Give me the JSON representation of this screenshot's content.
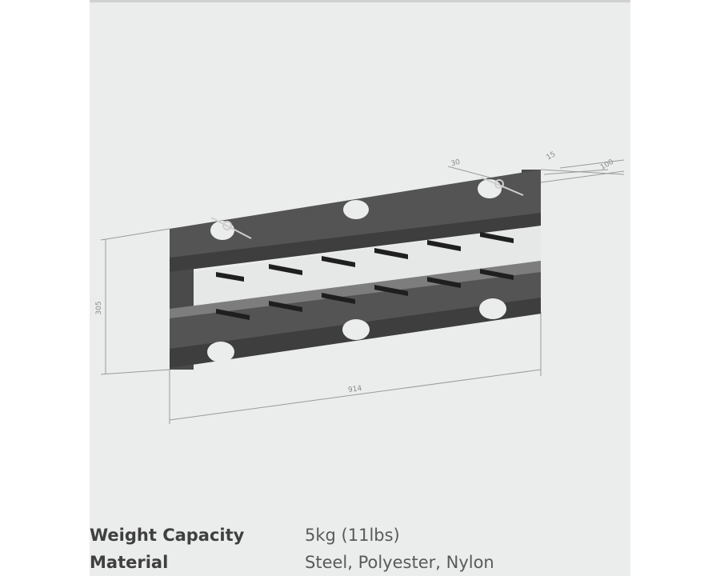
{
  "diagram": {
    "dimension_labels": {
      "height": "305",
      "width": "914",
      "top_left": "30",
      "top_middle": "15",
      "top_right": "100"
    }
  },
  "specs": [
    {
      "label": "Weight Capacity",
      "value": "5kg (11lbs)"
    },
    {
      "label": "Material",
      "value": "Steel, Polyester, Nylon"
    }
  ],
  "colors": {
    "background": "#ebecec",
    "rack_steel": "#545454",
    "rack_shadow": "#3e3e3e",
    "dimension_line": "#9a9a9a"
  }
}
